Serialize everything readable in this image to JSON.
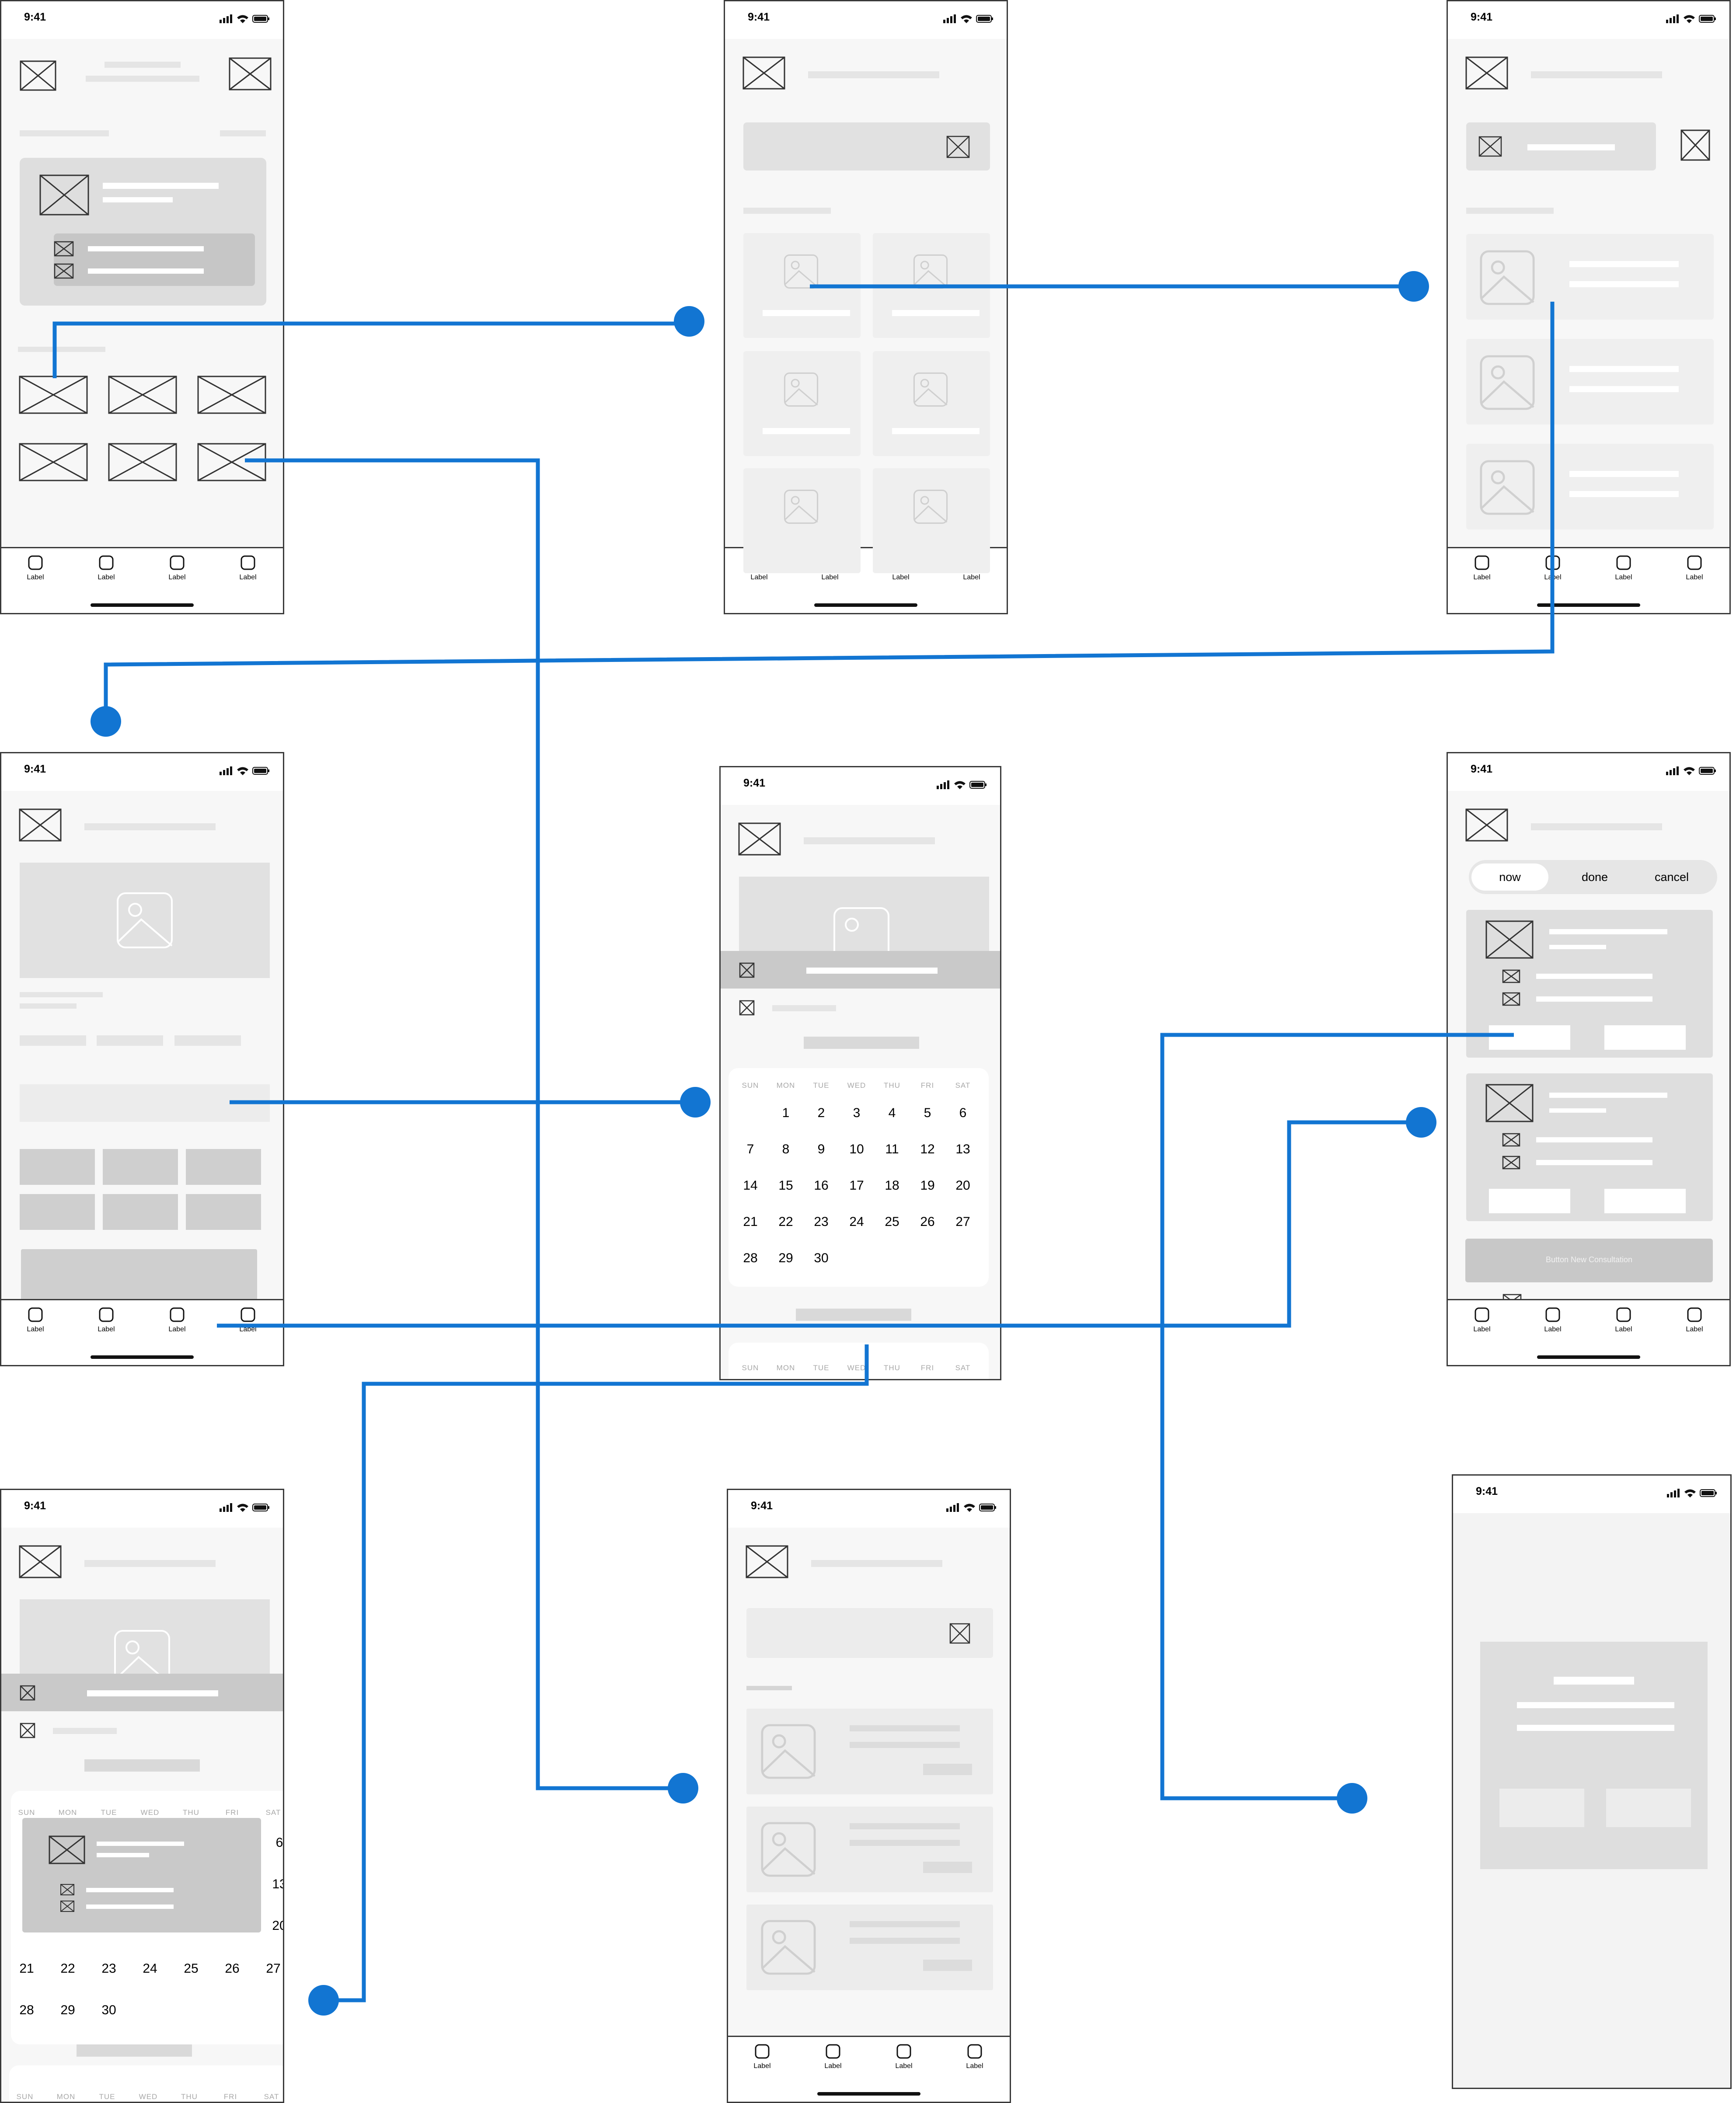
{
  "status_time": "9:41",
  "tab_label": "Label",
  "days_of_week": [
    "SUN",
    "MON",
    "TUE",
    "WED",
    "THU",
    "FRI",
    "SAT"
  ],
  "calendar_rows": [
    [
      "",
      "1",
      "2",
      "3",
      "4",
      "5",
      "6"
    ],
    [
      "7",
      "8",
      "9",
      "10",
      "11",
      "12",
      "13"
    ],
    [
      "14",
      "15",
      "16",
      "17",
      "18",
      "19",
      "20"
    ],
    [
      "21",
      "22",
      "23",
      "24",
      "25",
      "26",
      "27"
    ],
    [
      "28",
      "29",
      "30",
      "",
      "",
      "",
      ""
    ]
  ],
  "segments": [
    "now",
    "done",
    "cancel"
  ],
  "consultation_button": "Button New Consultation",
  "calendar_partial_rows": [
    [
      "21",
      "22",
      "23",
      "24",
      "25",
      "26",
      "27"
    ],
    [
      "28",
      "29",
      "30",
      "",
      "",
      "",
      ""
    ]
  ],
  "calendar_partial_right": [
    "6",
    "13",
    "20"
  ],
  "colors": {
    "connector": "#1275d2",
    "wire": "#3a3a3a",
    "placeholder": "#e1e1e1"
  },
  "icons": [
    "signal-icon",
    "wifi-icon",
    "battery-icon",
    "tab-icon",
    "placeholder-x-icon",
    "image-icon"
  ]
}
